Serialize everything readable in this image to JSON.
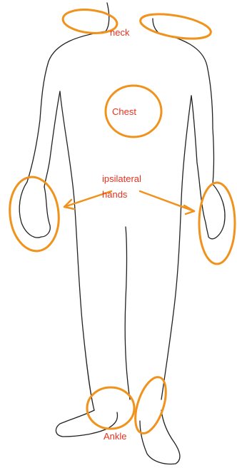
{
  "labels": {
    "neck": "neck",
    "chest": "Chest",
    "hands_line1": "ipsilateral",
    "hands_line2": "hands",
    "ankle": "Ankle"
  },
  "colors": {
    "annotation_ring": "#f0921c",
    "label_text": "#e8311f",
    "body_outline": "#222222",
    "background": "#ffffff"
  }
}
